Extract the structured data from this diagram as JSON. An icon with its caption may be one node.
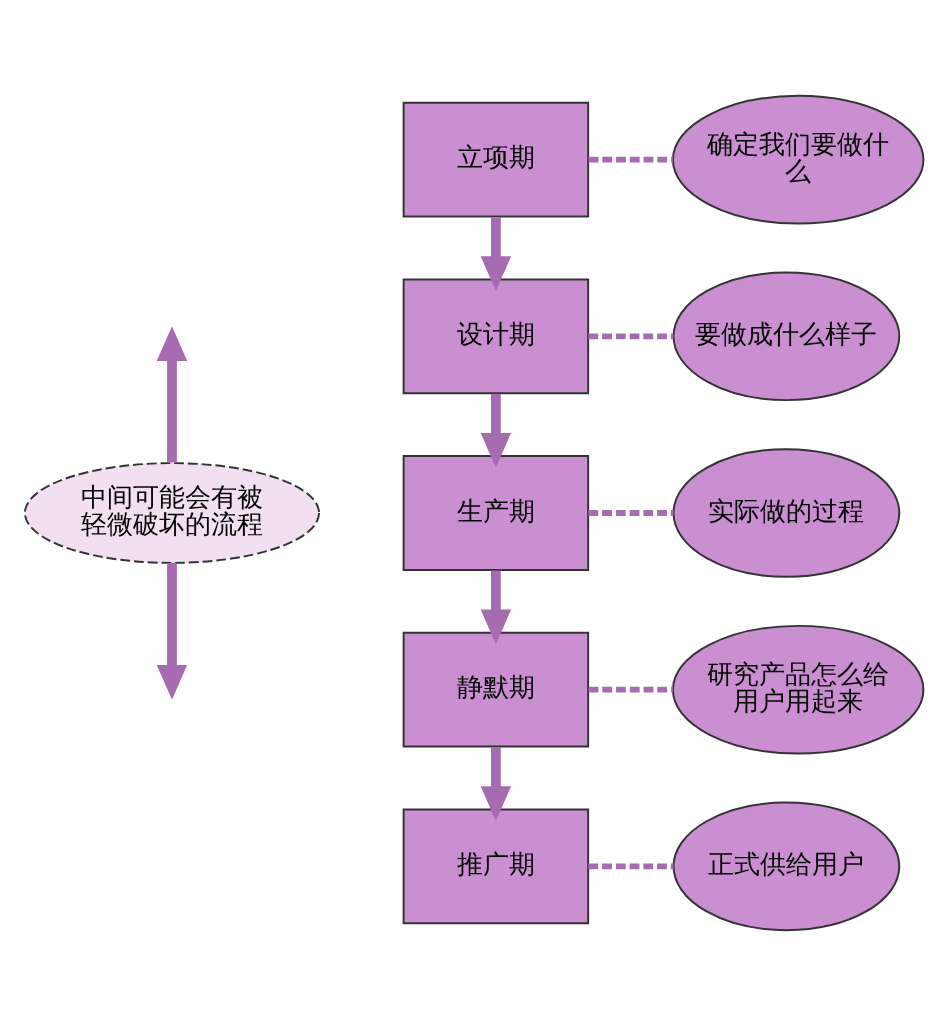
{
  "diagram": {
    "nodes": [
      {
        "text": [
          "立项期"
        ]
      },
      {
        "text": [
          "设计期"
        ]
      },
      {
        "text": [
          "生产期"
        ]
      },
      {
        "text": [
          "静默期"
        ]
      },
      {
        "text": [
          "推广期"
        ]
      },
      {
        "text": [
          "确定我们要做什么"
        ]
      },
      {
        "text": [
          "要做成什么样子"
        ]
      },
      {
        "text": [
          "实际做的过程"
        ]
      },
      {
        "text": [
          "研究产品怎么给用户用起来"
        ]
      },
      {
        "text": [
          "正式供给用户"
        ]
      },
      {
        "text": [
          "中间可能会有被轻微破坏的流程"
        ]
      }
    ],
    "edges": [
      {
        "from": 0,
        "to": 1,
        "arrow": "to"
      },
      {
        "from": 1,
        "to": 2,
        "arrow": "to"
      },
      {
        "from": 2,
        "to": 3,
        "arrow": "to"
      },
      {
        "from": 3,
        "to": 4,
        "arrow": "to"
      },
      {
        "from": 0,
        "to": 5,
        "arrow": "none",
        "style": "dashed"
      },
      {
        "from": 1,
        "to": 6,
        "arrow": "none",
        "style": "dashed"
      },
      {
        "from": 2,
        "to": 7,
        "arrow": "none",
        "style": "dashed"
      },
      {
        "from": 3,
        "to": 8,
        "arrow": "none",
        "style": "dashed"
      },
      {
        "from": 4,
        "to": 9,
        "arrow": "none",
        "style": "dashed"
      },
      {
        "from": 10,
        "to": null,
        "arrow": "to"
      },
      {
        "from": 10,
        "to": null,
        "arrow": "to"
      }
    ]
  }
}
